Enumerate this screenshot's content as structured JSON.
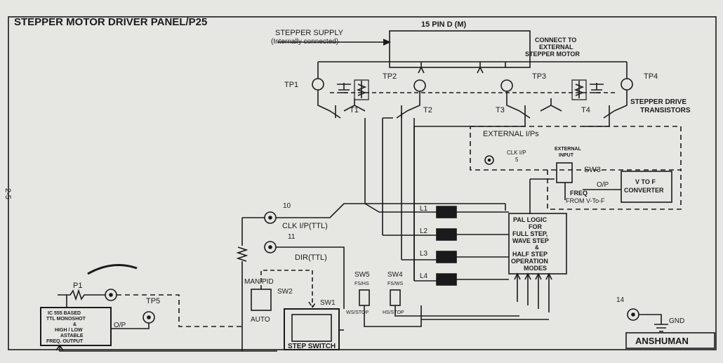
{
  "title": "STEPPER MOTOR DRIVER PANEL/P25",
  "side_mark": "2-5",
  "connector": "15 PIN D (M)",
  "stepper_supply": "STEPPER SUPPLY",
  "internally_connected": "(Internally connected)",
  "connect_to_1": "CONNECT TO",
  "connect_to_2": "EXTERNAL",
  "connect_to_3": "STEPPER MOTOR",
  "testpoints": {
    "tp1": "TP1",
    "tp2": "TP2",
    "tp3": "TP3",
    "tp4": "TP4",
    "tp5": "TP5"
  },
  "transistors": {
    "t1": "T1",
    "t2": "T2",
    "t3": "T3",
    "t4": "T4"
  },
  "drive_1": "STEPPER DRIVE",
  "drive_2": "TRANSISTORS",
  "external": {
    "title": "EXTERNAL I/Ps",
    "clk_ip": "CLK I/P",
    "clk_num": "5",
    "ext_input_1": "EXTERNAL",
    "ext_input_2": "INPUT",
    "sw3": "SW3",
    "op": "O/P",
    "freq_1": "FREQ",
    "freq_2": "FROM V-To-F",
    "vtof_1": "V TO F",
    "vtof_2": "CONVERTER"
  },
  "pin10": "10",
  "clk_ttl": "CLK I/P(TTL)",
  "pin11": "11",
  "dir_ttl": "DIR(TTL)",
  "leds": [
    "L1",
    "L2",
    "L3",
    "L4"
  ],
  "pal": [
    "PAL LOGIC",
    "FOR",
    "FULL STEP,",
    "WAVE STEP",
    "&",
    "HALF STEP",
    "OPERATION",
    "MODES"
  ],
  "p1": "P1",
  "ic555": [
    "IC 555 BASED",
    "TTL MONOSHOT",
    "&",
    "HIGH / LOW",
    "ASTABLE",
    "FREQ. OUTPUT"
  ],
  "op": "O/P",
  "man_pid": "MAN/PID",
  "sw2": "SW2",
  "auto": "AUTO",
  "sw1": "SW1",
  "step_switch": "STEP SWITCH",
  "sw5": "SW5",
  "sw5_top": "FS/HS",
  "sw5_bot": "WS/STOP",
  "sw4": "SW4",
  "sw4_top": "FS/WS",
  "sw4_bot": "HS/STOP",
  "pin14": "14",
  "gnd": "GND",
  "maker": "ANSHUMAN"
}
